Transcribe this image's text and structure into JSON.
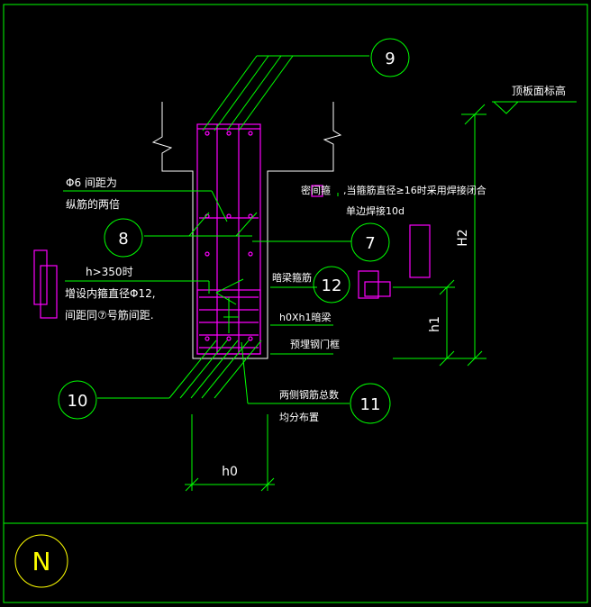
{
  "labels": {
    "top_elev": "顶板面标高",
    "note_phi6_1": "Φ6 间距为",
    "note_phi6_2": "纵筋的两倍",
    "note_h350_1": "h>350时",
    "note_h350_2": "增设内箍直径Φ12,",
    "note_h350_3": "间距同⑦号筋间距.",
    "close_stirrup": "密间箍",
    "weld_1": ",当箍筋直径≥16时采用焊接闭合",
    "weld_2": "单边焊接10d",
    "dark_beam_stirrup": "暗梁箍筋",
    "dark_beam": "h0Xh1暗梁",
    "embedded_frame": "预埋钢门框",
    "side_bars_1": "两侧钢筋总数",
    "side_bars_2": "均分布置"
  },
  "bubbles": {
    "b9": "9",
    "b8": "8",
    "b7": "7",
    "b12": "12",
    "b10": "10",
    "b11": "11"
  },
  "dims": {
    "h0": "h0",
    "h1": "h1",
    "H2": "H2"
  },
  "north": "N",
  "colors": {
    "background": "#000000",
    "rebar_lines": "#00ff00",
    "wall_outline": "#ffffff",
    "steel": "#ff00ff",
    "north_circle": "#ffff00",
    "text": "#ffffff"
  }
}
